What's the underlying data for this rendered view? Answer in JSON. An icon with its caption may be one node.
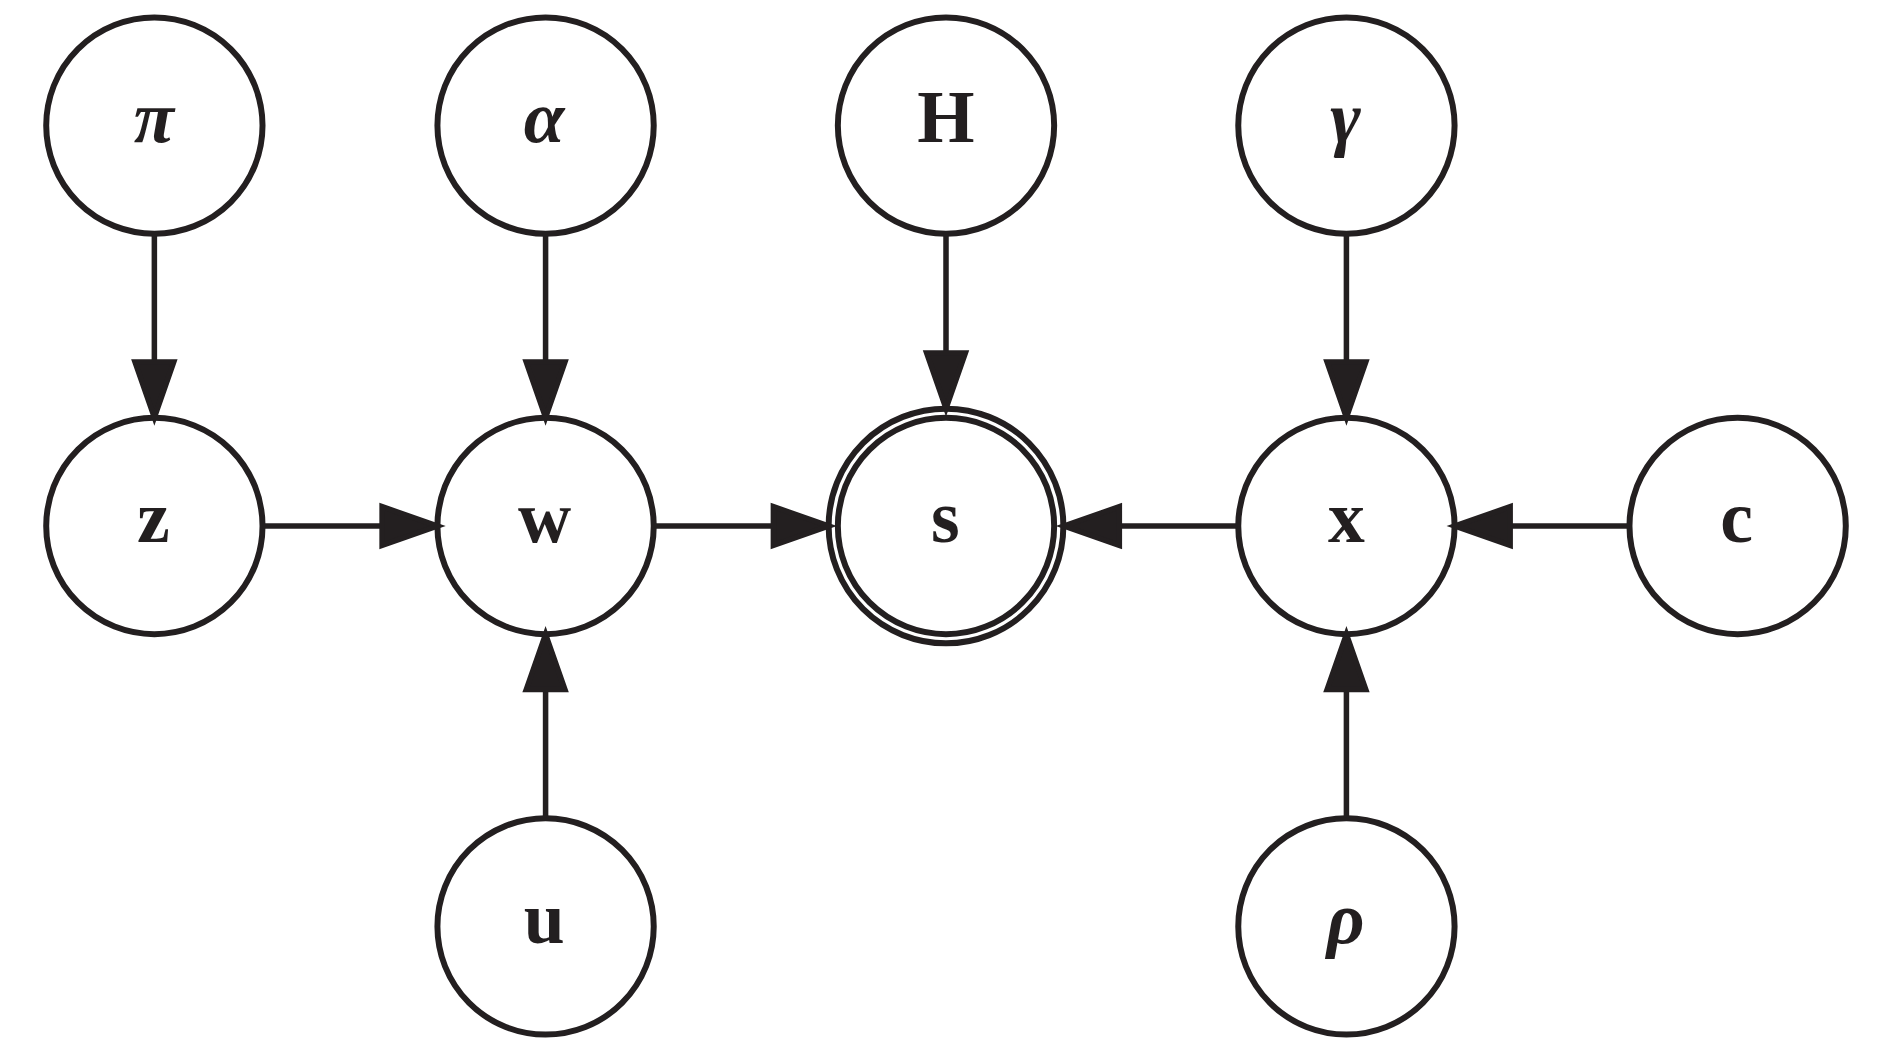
{
  "diagram": {
    "nodes": [
      {
        "text": [
          "π"
        ]
      },
      {
        "text": [
          "α"
        ]
      },
      {
        "text": [
          "H"
        ]
      },
      {
        "text": [
          "γ"
        ]
      },
      {
        "text": [
          "z"
        ]
      },
      {
        "text": [
          "w"
        ]
      },
      {
        "text": [
          "s"
        ]
      },
      {
        "text": [
          "x"
        ]
      },
      {
        "text": [
          "c"
        ]
      },
      {
        "text": [
          "u"
        ]
      },
      {
        "text": [
          "ρ"
        ]
      }
    ],
    "edges": [
      {
        "from": 0,
        "to": 4,
        "arrow": "to"
      },
      {
        "from": 1,
        "to": 5,
        "arrow": "to"
      },
      {
        "from": 2,
        "to": 6,
        "arrow": "to"
      },
      {
        "from": 3,
        "to": 7,
        "arrow": "to"
      },
      {
        "from": 4,
        "to": 5,
        "arrow": "to"
      },
      {
        "from": 5,
        "to": 6,
        "arrow": "to"
      },
      {
        "from": 7,
        "to": 6,
        "arrow": "to"
      },
      {
        "from": 8,
        "to": 7,
        "arrow": "to"
      },
      {
        "from": 9,
        "to": 5,
        "arrow": "to"
      },
      {
        "from": 10,
        "to": 7,
        "arrow": "to"
      }
    ]
  }
}
